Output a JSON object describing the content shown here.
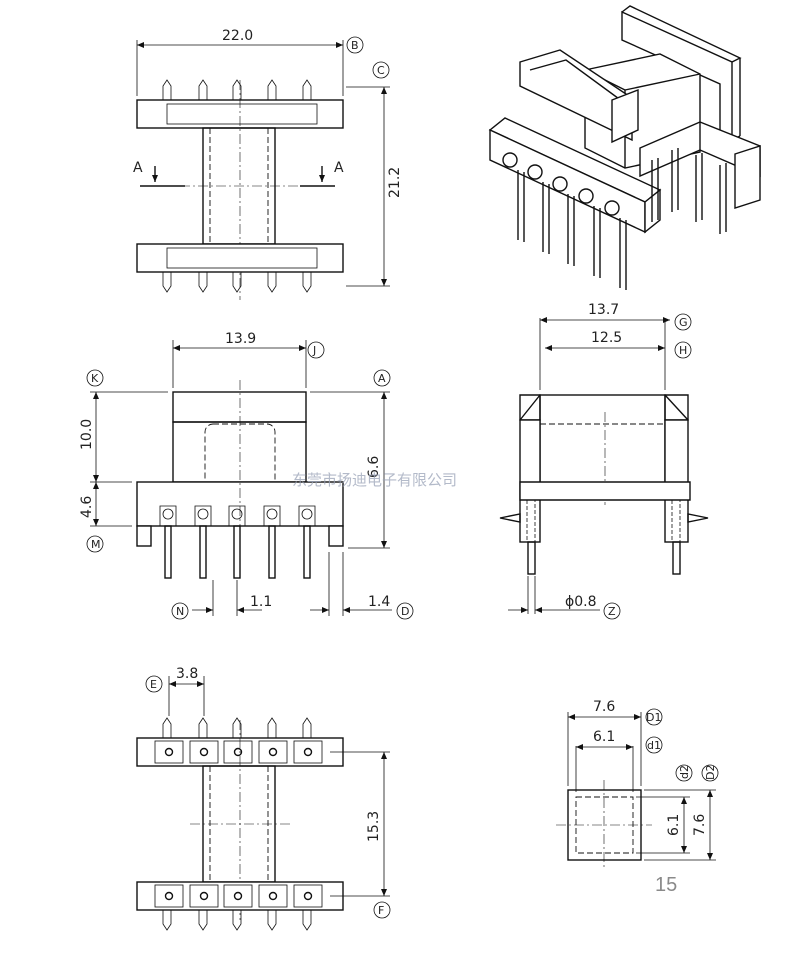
{
  "dimensions": {
    "top_width": "22.0",
    "top_height": "21.2",
    "front_width": "13.9",
    "front_height_left": "10.0",
    "front_height_right": "6.6",
    "front_base": "4.6",
    "pin_offset": "1.1",
    "pin_edge": "1.4",
    "side_outer": "13.7",
    "side_inner": "12.5",
    "pin_dia": "ϕ0.8",
    "bottom_pitch": "3.8",
    "bottom_height": "15.3",
    "sq_outer_w": "7.6",
    "sq_inner_w": "6.1",
    "sq_inner_h": "6.1",
    "sq_outer_h": "7.6"
  },
  "section_mark": "A",
  "ref_labels": {
    "B": "B",
    "C": "C",
    "J": "J",
    "A": "A",
    "K": "K",
    "M": "M",
    "N": "N",
    "D": "D",
    "G": "G",
    "H": "H",
    "Z": "Z",
    "E": "E",
    "F": "F",
    "D1": "D1",
    "d1": "d1",
    "d2": "d2",
    "D2": "D2"
  },
  "watermark": "东莞市扬迪电子有限公司",
  "page_number": "15"
}
